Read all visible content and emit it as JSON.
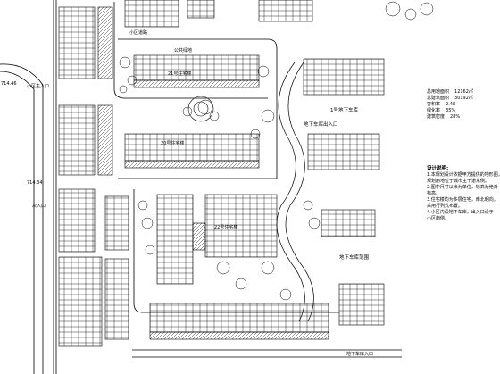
{
  "plan": {
    "elevations": {
      "elev_upper": "714.46",
      "elev_lower": "714.34"
    },
    "entrances": {
      "main_entrance": "小区主入口",
      "secondary_entrance": "次入口",
      "garage_entrance": "地下车库入口"
    },
    "buildings": {
      "bldg_upper": "21号住宅楼",
      "bldg_mid": "20号住宅楼",
      "bldg_center": "22号住宅楼",
      "bldg_right": "1号地下车库"
    },
    "facilities": {
      "garage_plaza": "地下车库出入口",
      "parking_area": "地下车库范围",
      "greenbelt": "公共绿地",
      "road_top": "小区道路"
    },
    "stats": {
      "rows": [
        {
          "label": "总用地面积",
          "value": "12162㎡"
        },
        {
          "label": "总建筑面积",
          "value": "30192㎡"
        },
        {
          "label": "容积率",
          "value": "2.48"
        },
        {
          "label": "绿化率",
          "value": "35%"
        },
        {
          "label": "建筑密度",
          "value": "28%"
        }
      ]
    },
    "notes": {
      "title": "设计说明:",
      "lines": [
        "1.本规划设计依据甲方提供的地形图，",
        "  规划用地位于城市主干道东侧。",
        "2.图中尺寸以米为单位，标高为绝对",
        "  标高。",
        "3.住宅楼均为多层住宅，南北朝向，",
        "  采用行列式布置。",
        "4.小区内设地下车库，出入口设于",
        "  小区南侧。"
      ]
    }
  }
}
